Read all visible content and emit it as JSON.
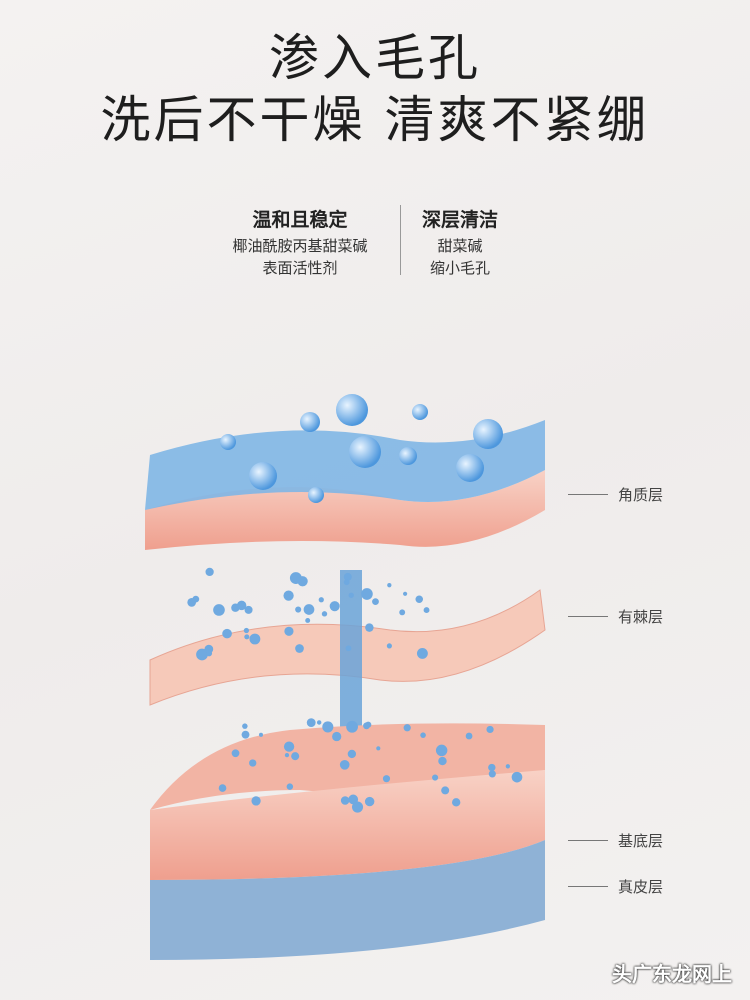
{
  "headline": {
    "line1": "渗入毛孔",
    "line2": "洗后不干燥 清爽不紧绷"
  },
  "features": [
    {
      "title": "温和且稳定",
      "lines": [
        "椰油酰胺丙基甜菜碱",
        "表面活性剂"
      ]
    },
    {
      "title": "深层清洁",
      "lines": [
        "甜菜碱",
        "缩小毛孔"
      ]
    }
  ],
  "layers": [
    "角质层",
    "有棘层",
    "基底层",
    "真皮层"
  ],
  "colors": {
    "water": "#7fb6e6",
    "skin": "#f3b7a6",
    "dermis": "#8fb2d6",
    "arrow": "#6aa3d8"
  },
  "watermark": "头广东龙网上"
}
